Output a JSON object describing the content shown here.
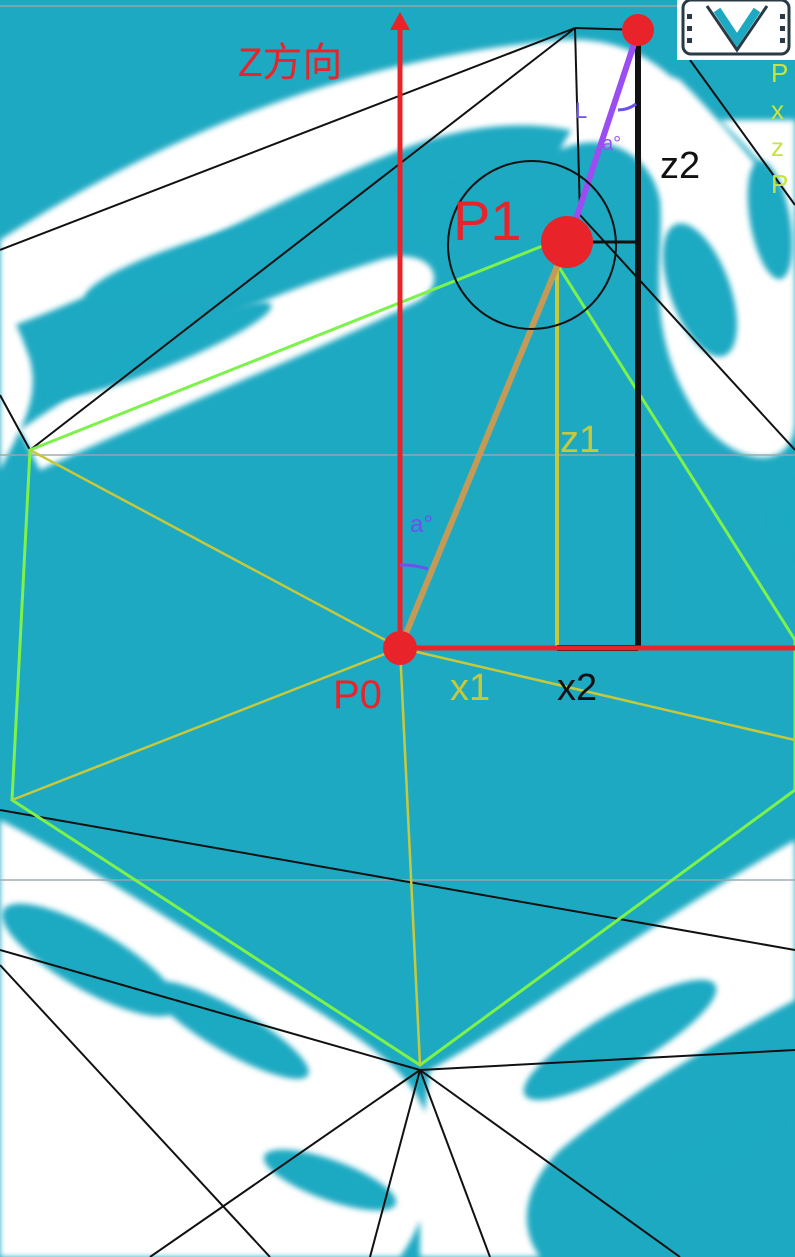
{
  "labels": {
    "z_direction": "Z方向",
    "p0": "P0",
    "p1": "P1",
    "x1": "x1",
    "x2": "x2",
    "z1": "z1",
    "z2": "z2",
    "angle_a_lower": "a°",
    "angle_a_upper": "a°",
    "length_l": "L"
  },
  "cropped_side_labels": [
    "P",
    "x",
    "z",
    "P"
  ],
  "colors": {
    "background": "#1ea9c2",
    "white_pattern": "#ffffff",
    "axis_red": "#e8242a",
    "rod_orange": "#c49a57",
    "guide_yellow": "#c7c93a",
    "hexagon_green": "#7cf24a",
    "link_purple": "#9b4df2",
    "mesh_black": "#111111",
    "angle_blue": "#6a52f0"
  }
}
